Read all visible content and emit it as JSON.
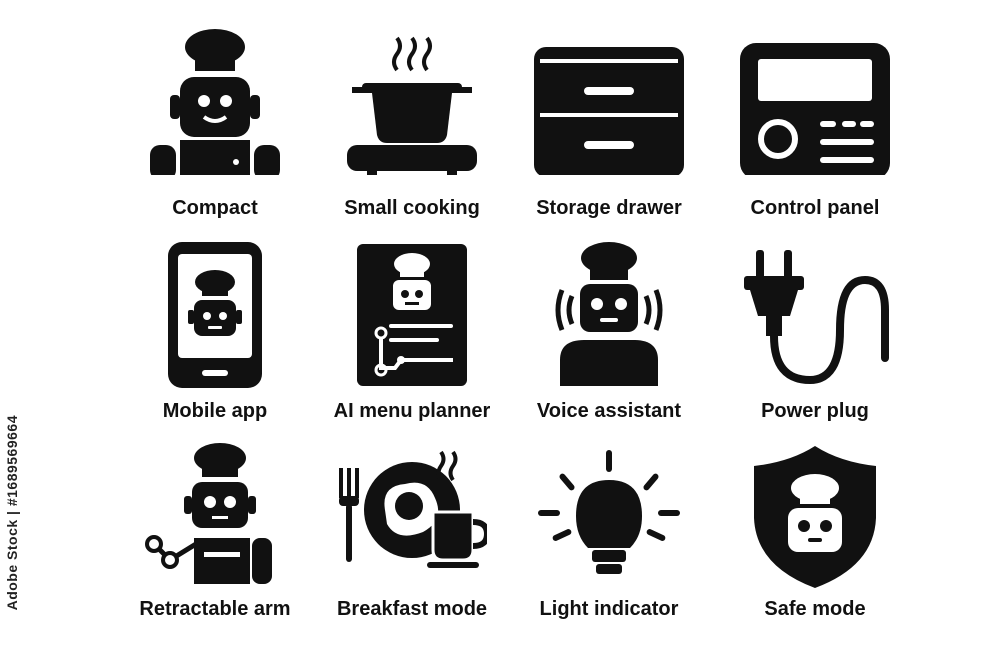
{
  "colors": {
    "ink": "#111111",
    "background": "#ffffff"
  },
  "icons": [
    {
      "label": "Compact",
      "icon": "chef-robot-icon"
    },
    {
      "label": "Small cooking",
      "icon": "pot-on-hotplate-icon"
    },
    {
      "label": "Storage drawer",
      "icon": "storage-drawer-icon"
    },
    {
      "label": "Control panel",
      "icon": "control-panel-icon"
    },
    {
      "label": "Mobile app",
      "icon": "mobile-app-icon"
    },
    {
      "label": "AI menu planner",
      "icon": "menu-planner-icon"
    },
    {
      "label": "Voice assistant",
      "icon": "voice-assistant-icon"
    },
    {
      "label": "Power plug",
      "icon": "power-plug-icon"
    },
    {
      "label": "Retractable arm",
      "icon": "retractable-arm-icon"
    },
    {
      "label": "Breakfast mode",
      "icon": "breakfast-icon"
    },
    {
      "label": "Light indicator",
      "icon": "light-bulb-icon"
    },
    {
      "label": "Safe mode",
      "icon": "shield-icon"
    }
  ],
  "stock_id": "Adobe Stock | #1689569664"
}
